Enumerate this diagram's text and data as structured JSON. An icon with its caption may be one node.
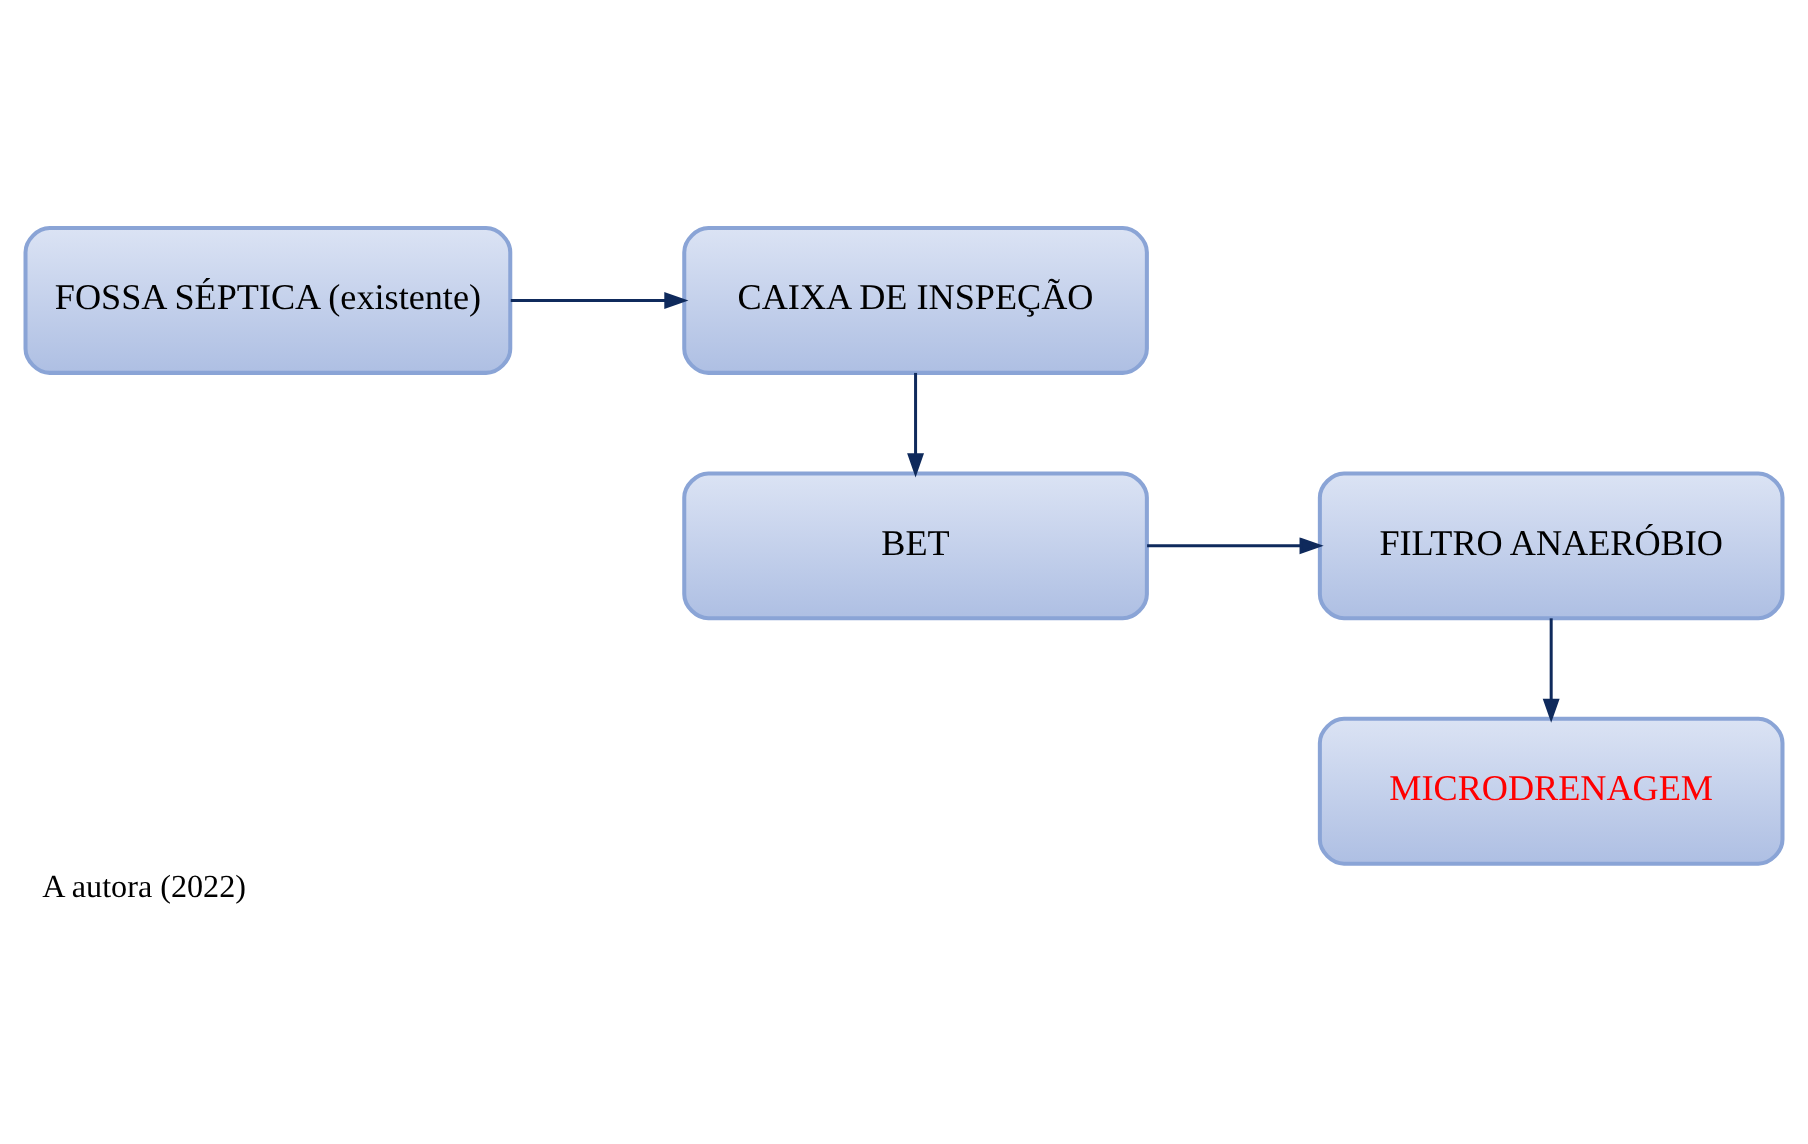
{
  "diagram": {
    "caption": "A autora (2022)",
    "nodes": [
      {
        "text": [
          "FOSSA SÉPTICA (existente)"
        ]
      },
      {
        "text": [
          "CAIXA DE INSPEÇÃO"
        ]
      },
      {
        "text": [
          "BET"
        ]
      },
      {
        "text": [
          "FILTRO ANAERÓBIO"
        ]
      },
      {
        "text": [
          "MICRODRENAGEM"
        ]
      }
    ],
    "edges": [
      {
        "from": 0,
        "to": 1,
        "arrow": "to"
      },
      {
        "from": 1,
        "to": 2,
        "arrow": "to"
      },
      {
        "from": 2,
        "to": 3,
        "arrow": "to"
      },
      {
        "from": 3,
        "to": 4,
        "arrow": "to"
      }
    ]
  }
}
